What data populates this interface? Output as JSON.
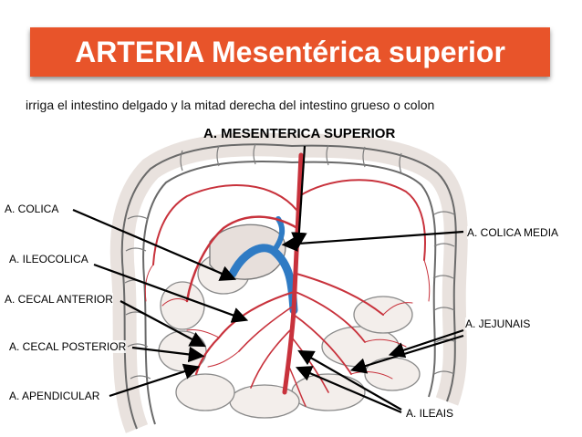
{
  "title": "ARTERIA Mesentérica superior",
  "subtitle": "irriga el intestino delgado y la mitad derecha del intestino grueso o colon",
  "labels": {
    "main": "A. MESENTERICA SUPERIOR",
    "colica": "A. COLICA",
    "ileocolica": "A. ILEOCOLICA",
    "cecal_anterior": "A. CECAL ANTERIOR",
    "cecal_posterior": "A. CECAL POSTERIOR",
    "apendicular": "A. APENDICULAR",
    "colica_media": "A. COLICA  MEDIA",
    "jejunais": "A. JEJUNAIS",
    "ileais": "A. ILEAIS"
  },
  "colors": {
    "title_background": "#e8542a",
    "artery": "#c8323c",
    "vein": "#2f7bc4",
    "intestine_outline": "#6a6a6a"
  }
}
